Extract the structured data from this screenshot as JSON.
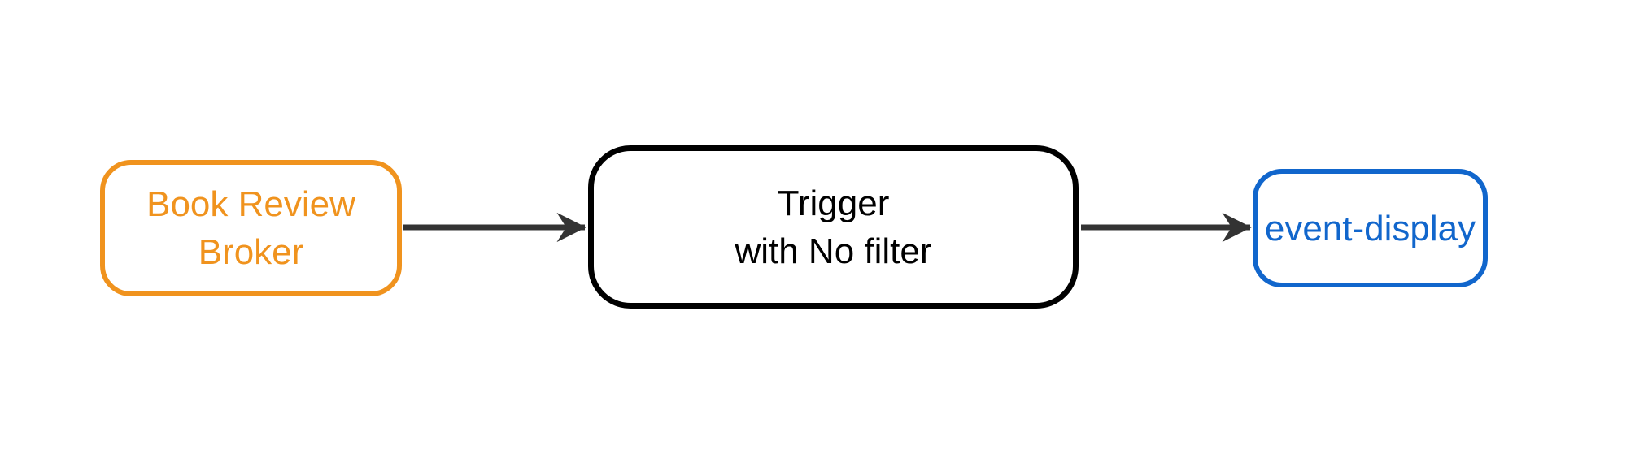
{
  "diagram": {
    "type": "flowchart",
    "direction": "left-to-right",
    "background": "#FFFFFF",
    "nodes": [
      {
        "id": "book-review-broker",
        "lines": [
          "Book Review",
          "Broker"
        ],
        "color": "#F0931E",
        "shape": "rounded-rectangle"
      },
      {
        "id": "trigger",
        "lines": [
          "Trigger",
          "with No filter"
        ],
        "color": "#000000",
        "shape": "rounded-rectangle"
      },
      {
        "id": "event-display",
        "lines": [
          "event-display"
        ],
        "color": "#1166CC",
        "shape": "rounded-rectangle"
      }
    ],
    "edges": [
      {
        "from": "book-review-broker",
        "to": "trigger",
        "color": "#333333",
        "arrowhead": "filled-triangle"
      },
      {
        "from": "trigger",
        "to": "event-display",
        "color": "#333333",
        "arrowhead": "filled-triangle"
      }
    ]
  }
}
